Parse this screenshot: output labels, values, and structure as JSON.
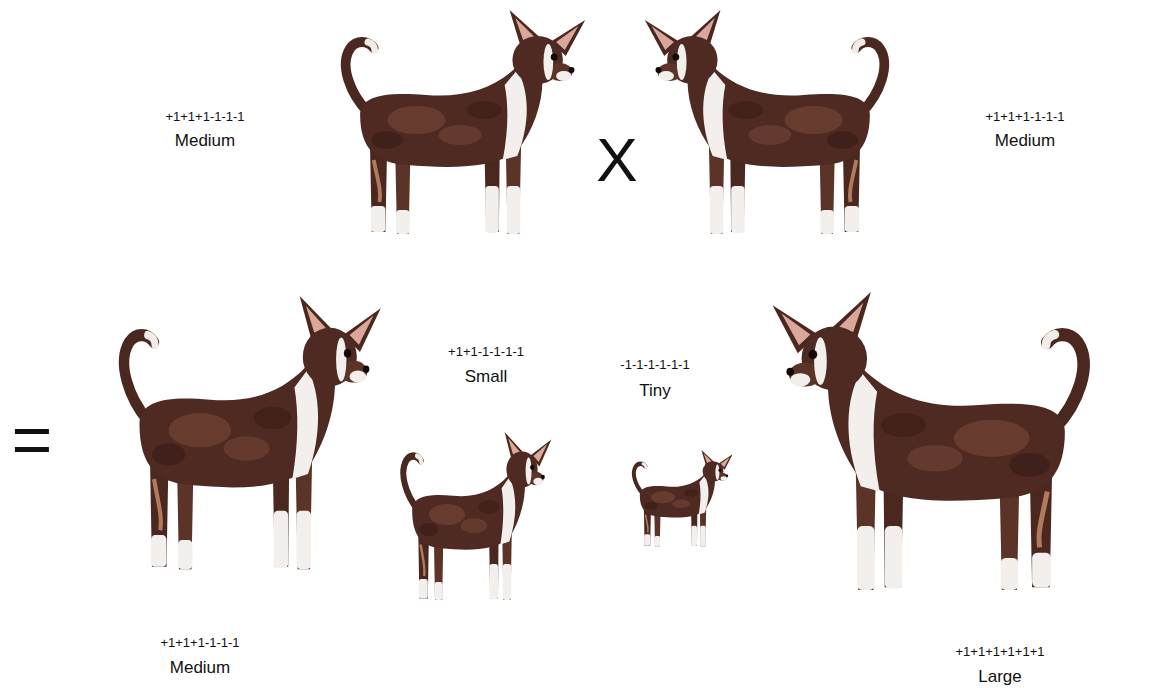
{
  "diagram": {
    "labels": [
      "+1+1+1-1-1-1",
      "Medium",
      "X",
      "+1+1+1-1-1-1",
      "Medium",
      "=",
      "+1+1-1-1-1-1",
      "Small",
      "-1-1-1-1-1-1",
      "Tiny",
      "+1+1+1-1-1-1",
      "Medium",
      "+1+1+1+1+1+1",
      "Large"
    ]
  }
}
